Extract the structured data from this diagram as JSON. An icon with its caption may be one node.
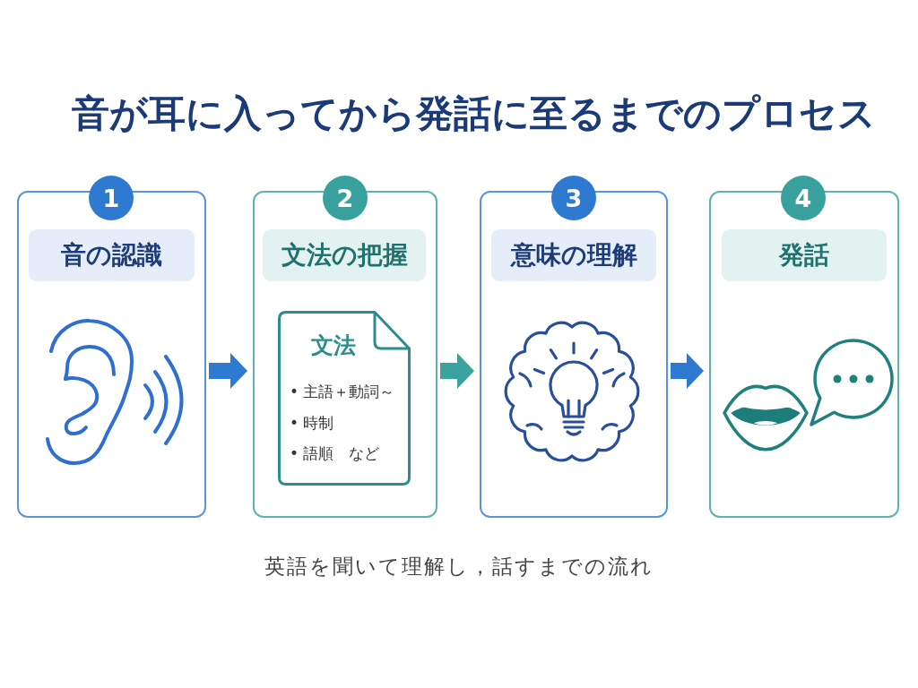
{
  "diagram": {
    "title": "音が耳に入ってから発話に至るまでのプロセス",
    "nodes": [
      {
        "text": [
          "1"
        ]
      },
      {
        "text": [],
        "shape": "box"
      },
      {
        "text": [
          "音の認識"
        ],
        "in": 1
      },
      {
        "text": [
          "2"
        ]
      },
      {
        "text": [],
        "shape": "box"
      },
      {
        "text": [
          "文法の把握"
        ],
        "in": 4
      },
      {
        "text": [
          "文法",
          "• 主語＋動詞～",
          "• 時制",
          "• 語順　など"
        ],
        "in": 4
      },
      {
        "text": [
          "3"
        ]
      },
      {
        "text": [],
        "shape": "box"
      },
      {
        "text": [
          "意味の理解"
        ],
        "in": 8
      },
      {
        "text": [
          "4"
        ]
      },
      {
        "text": [],
        "shape": "box"
      },
      {
        "text": [
          "発話"
        ],
        "in": 11
      }
    ],
    "edges": [
      {
        "from": 1,
        "to": 4,
        "arrow": "to"
      },
      {
        "from": 4,
        "to": 8,
        "arrow": "to",
        "color": "#3aa3a0"
      },
      {
        "from": 8,
        "to": 11,
        "arrow": "to"
      }
    ],
    "caption": "英語を聞いて理解し，話すまでの流れ"
  }
}
